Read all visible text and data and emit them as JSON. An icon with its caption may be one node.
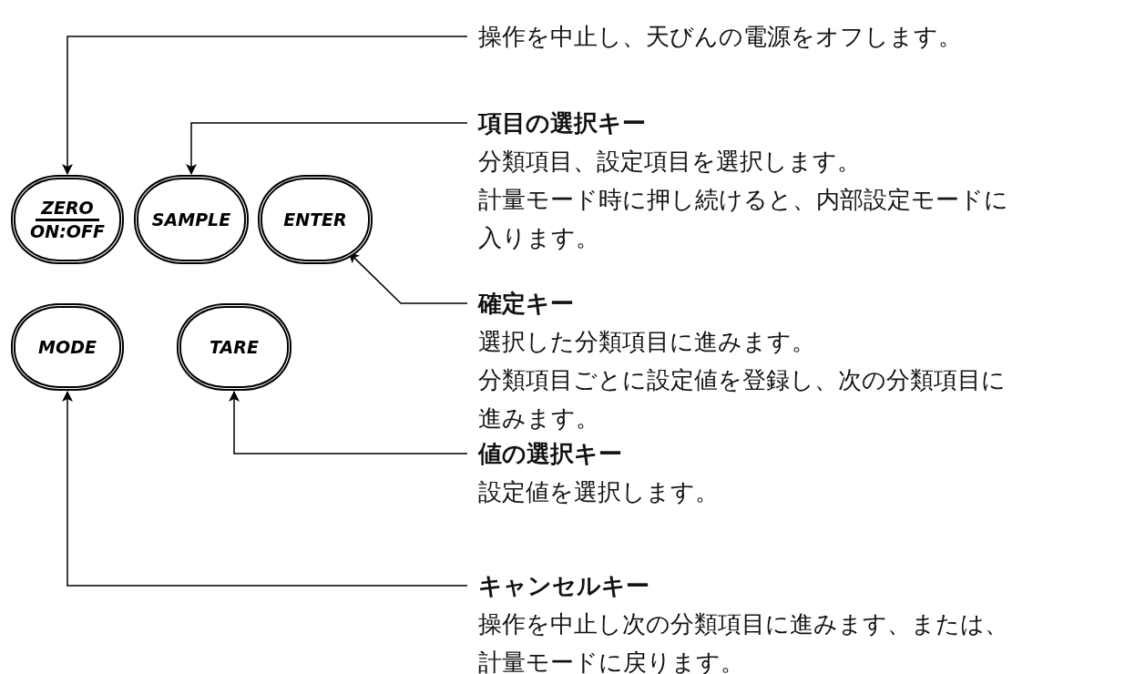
{
  "diagram": {
    "nodes": [
      {
        "text": [
          "ZERO",
          "ON:OFF"
        ]
      },
      {
        "text": [
          "SAMPLE"
        ]
      },
      {
        "text": [
          "ENTER"
        ]
      },
      {
        "text": [
          "MODE"
        ]
      },
      {
        "text": [
          "TARE"
        ]
      },
      {
        "text": [
          "操作を中止し、天びんの電源をオフします。"
        ]
      },
      {
        "text": [
          "項目の選択キー",
          "分類項目、設定項目を選択します。",
          "計量モード時に押し続けると、内部設定モードに入ります。"
        ]
      },
      {
        "text": [
          "確定キー",
          "選択した分類項目に進みます。",
          "分類項目ごとに設定値を登録し、次の分類項目に進みます。"
        ]
      },
      {
        "text": [
          "値の選択キー",
          "設定値を選択します。"
        ]
      },
      {
        "text": [
          "キャンセルキー",
          "操作を中止し次の分類項目に進みます、または、計量モードに戻ります。"
        ]
      }
    ],
    "edges": [
      {
        "from": 5,
        "to": 0,
        "arrow": "to"
      },
      {
        "from": 6,
        "to": 1,
        "arrow": "to"
      },
      {
        "from": 7,
        "to": 2,
        "arrow": "to"
      },
      {
        "from": 8,
        "to": 4,
        "arrow": "to"
      },
      {
        "from": 9,
        "to": 3,
        "arrow": "to"
      }
    ]
  }
}
